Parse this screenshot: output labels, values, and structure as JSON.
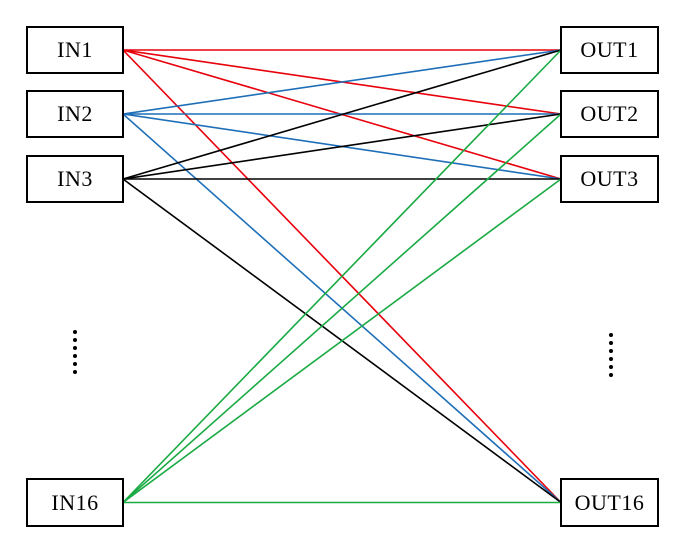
{
  "inputs": [
    {
      "id": "in1",
      "label": "IN1"
    },
    {
      "id": "in2",
      "label": "IN2"
    },
    {
      "id": "in3",
      "label": "IN3"
    },
    {
      "id": "in16",
      "label": "IN16"
    }
  ],
  "outputs": [
    {
      "id": "out1",
      "label": "OUT1"
    },
    {
      "id": "out2",
      "label": "OUT2"
    },
    {
      "id": "out3",
      "label": "OUT3"
    },
    {
      "id": "out16",
      "label": "OUT16"
    }
  ],
  "colors": {
    "in1": "#e8000b",
    "in2": "#1f6fb8",
    "in3": "#000000",
    "in16": "#1aaa44"
  },
  "connections": [
    {
      "from": "in1",
      "to": "out1"
    },
    {
      "from": "in1",
      "to": "out2"
    },
    {
      "from": "in1",
      "to": "out3"
    },
    {
      "from": "in1",
      "to": "out16"
    },
    {
      "from": "in2",
      "to": "out1"
    },
    {
      "from": "in2",
      "to": "out2"
    },
    {
      "from": "in2",
      "to": "out3"
    },
    {
      "from": "in2",
      "to": "out16"
    },
    {
      "from": "in3",
      "to": "out1"
    },
    {
      "from": "in3",
      "to": "out2"
    },
    {
      "from": "in3",
      "to": "out3"
    },
    {
      "from": "in3",
      "to": "out16"
    },
    {
      "from": "in16",
      "to": "out1"
    },
    {
      "from": "in16",
      "to": "out2"
    },
    {
      "from": "in16",
      "to": "out3"
    },
    {
      "from": "in16",
      "to": "out16"
    }
  ]
}
